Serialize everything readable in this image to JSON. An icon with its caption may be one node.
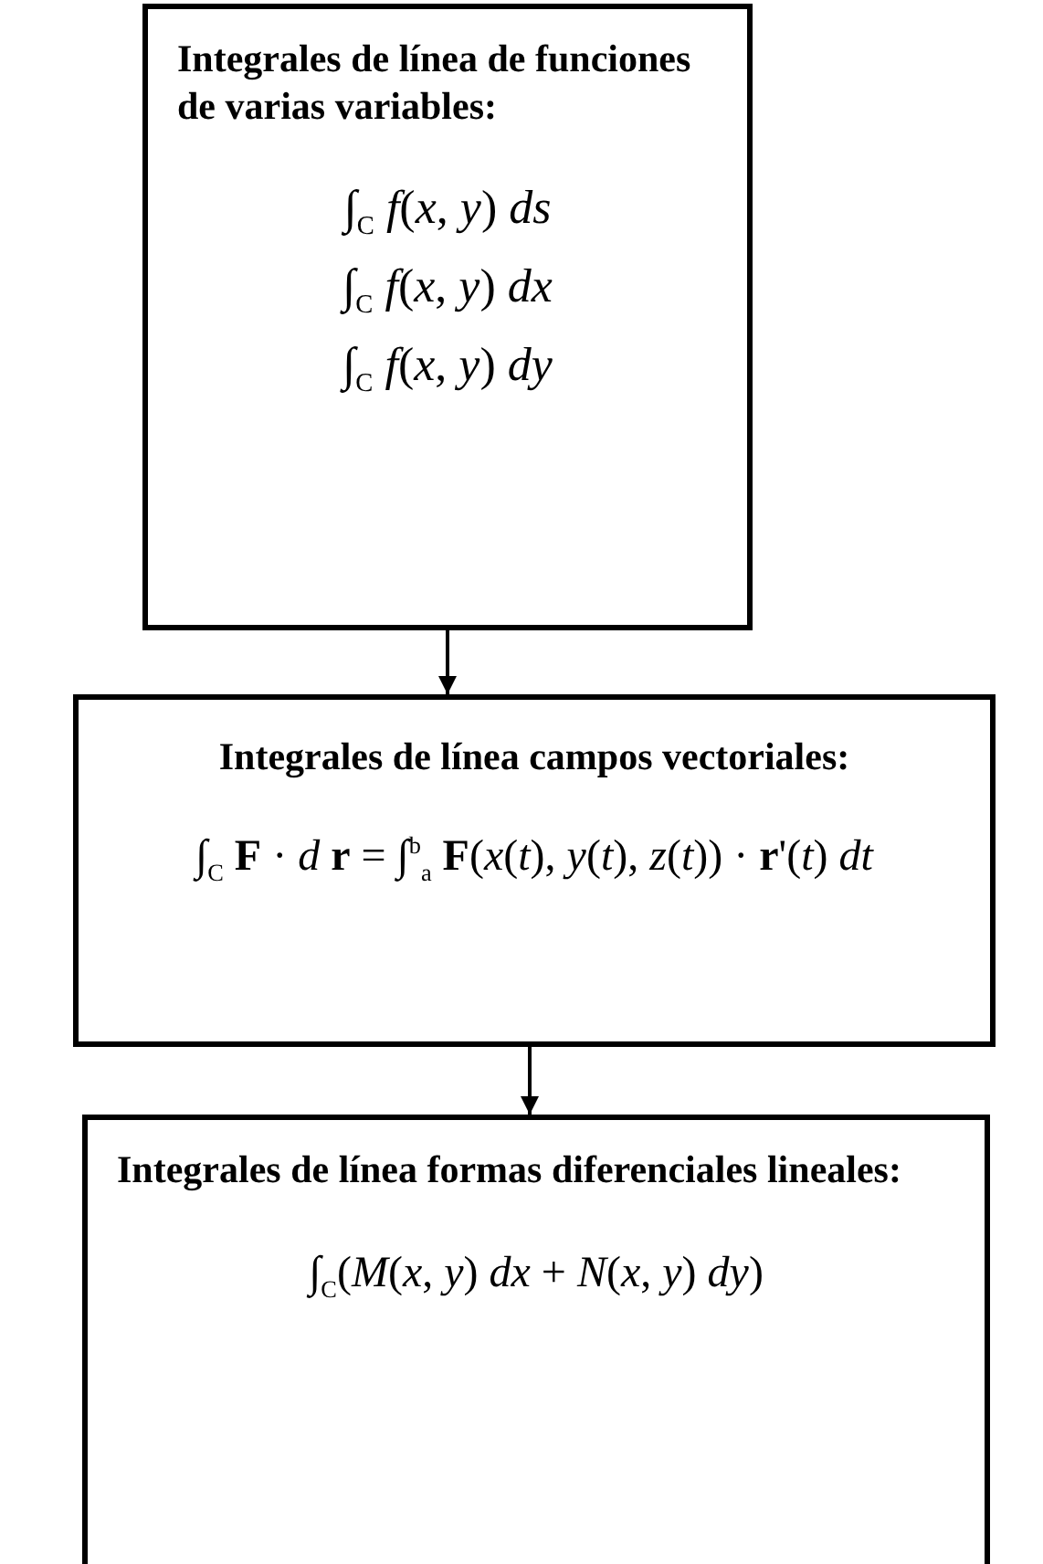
{
  "diagram": {
    "nodes": [
      {
        "text": [
          "Integrales de línea de funciones de varias variables:",
          "∫$_{C}$ *f*(*x*, *y*) *ds*",
          "∫$_{C}$ *f*(*x*, *y*) *dx*",
          "∫$_{C}$ *f*(*x*, *y*) *dy*"
        ]
      },
      {
        "text": [
          "Integrales de línea campos vectoriales:",
          "∫$_{C}$ **F** · *d* **r** = ∫$^{b}$$_{a}$ **F**(*x*(*t*), *y*(*t*), *z*(*t*)) · **r**'(*t*) *dt*"
        ]
      },
      {
        "text": [
          "Integrales de línea formas diferenciales lineales:",
          "∫$_{C}$(*M*(*x*, *y*) *dx* + *N*(*x*, *y*) *dy*)"
        ]
      }
    ],
    "edges": [
      {
        "from": 0,
        "to": 1,
        "arrow": "to"
      },
      {
        "from": 1,
        "to": 2,
        "arrow": "to"
      }
    ]
  }
}
